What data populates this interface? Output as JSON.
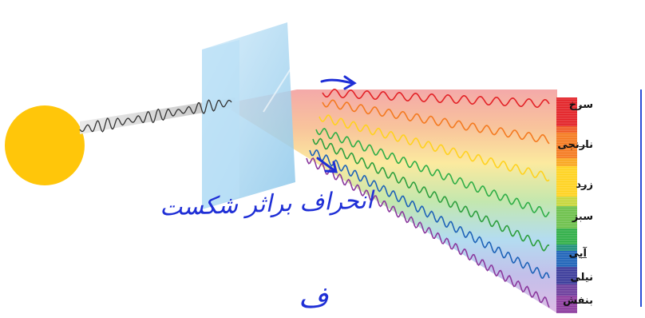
{
  "spectrum_labels": [
    {
      "text": "سرخ",
      "color": "#e32227"
    },
    {
      "text": "نارنجی",
      "color": "#f47a20"
    },
    {
      "text": "زرد",
      "color": "#ffd21f"
    },
    {
      "text": "سبز",
      "color": "#2fae47"
    },
    {
      "text": "آبی",
      "color": "#1e63b8"
    },
    {
      "text": "نیلی",
      "color": "#3a3a9a"
    },
    {
      "text": "بنفش",
      "color": "#8b3a9e"
    }
  ],
  "annotations": {
    "refraction_note": "انحراف براثر شکست",
    "letter": "ف"
  },
  "colors": {
    "sun": "#ffc60a",
    "prism": "#a9d8f2",
    "annotation_ink": "#1f2fd6"
  }
}
